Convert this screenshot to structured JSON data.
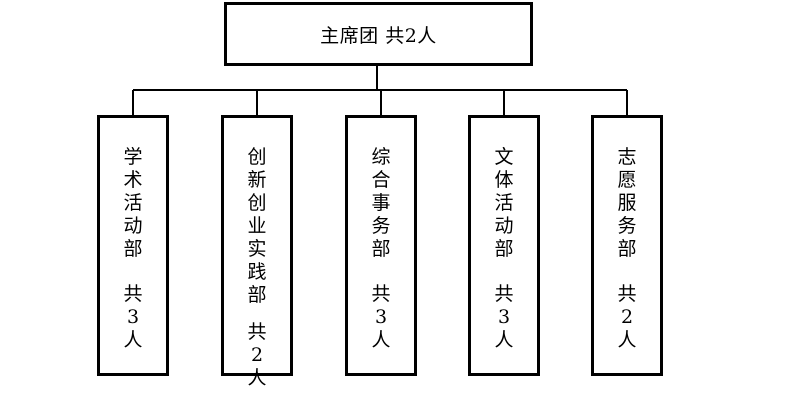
{
  "top": {
    "label": "主席团  共2人"
  },
  "departments": [
    {
      "name": "学术活动部",
      "count_label": "共",
      "count": "3",
      "unit": "人"
    },
    {
      "name": "创新创业实践部",
      "count_label": "共",
      "count": "2",
      "unit": "人"
    },
    {
      "name": "综合事务部",
      "count_label": "共",
      "count": "3",
      "unit": "人"
    },
    {
      "name": "文体活动部",
      "count_label": "共",
      "count": "3",
      "unit": "人"
    },
    {
      "name": "志愿服务部",
      "count_label": "共",
      "count": "2",
      "unit": "人"
    }
  ],
  "colors": {
    "line": "#000000",
    "box_fill": "#ffffff"
  }
}
